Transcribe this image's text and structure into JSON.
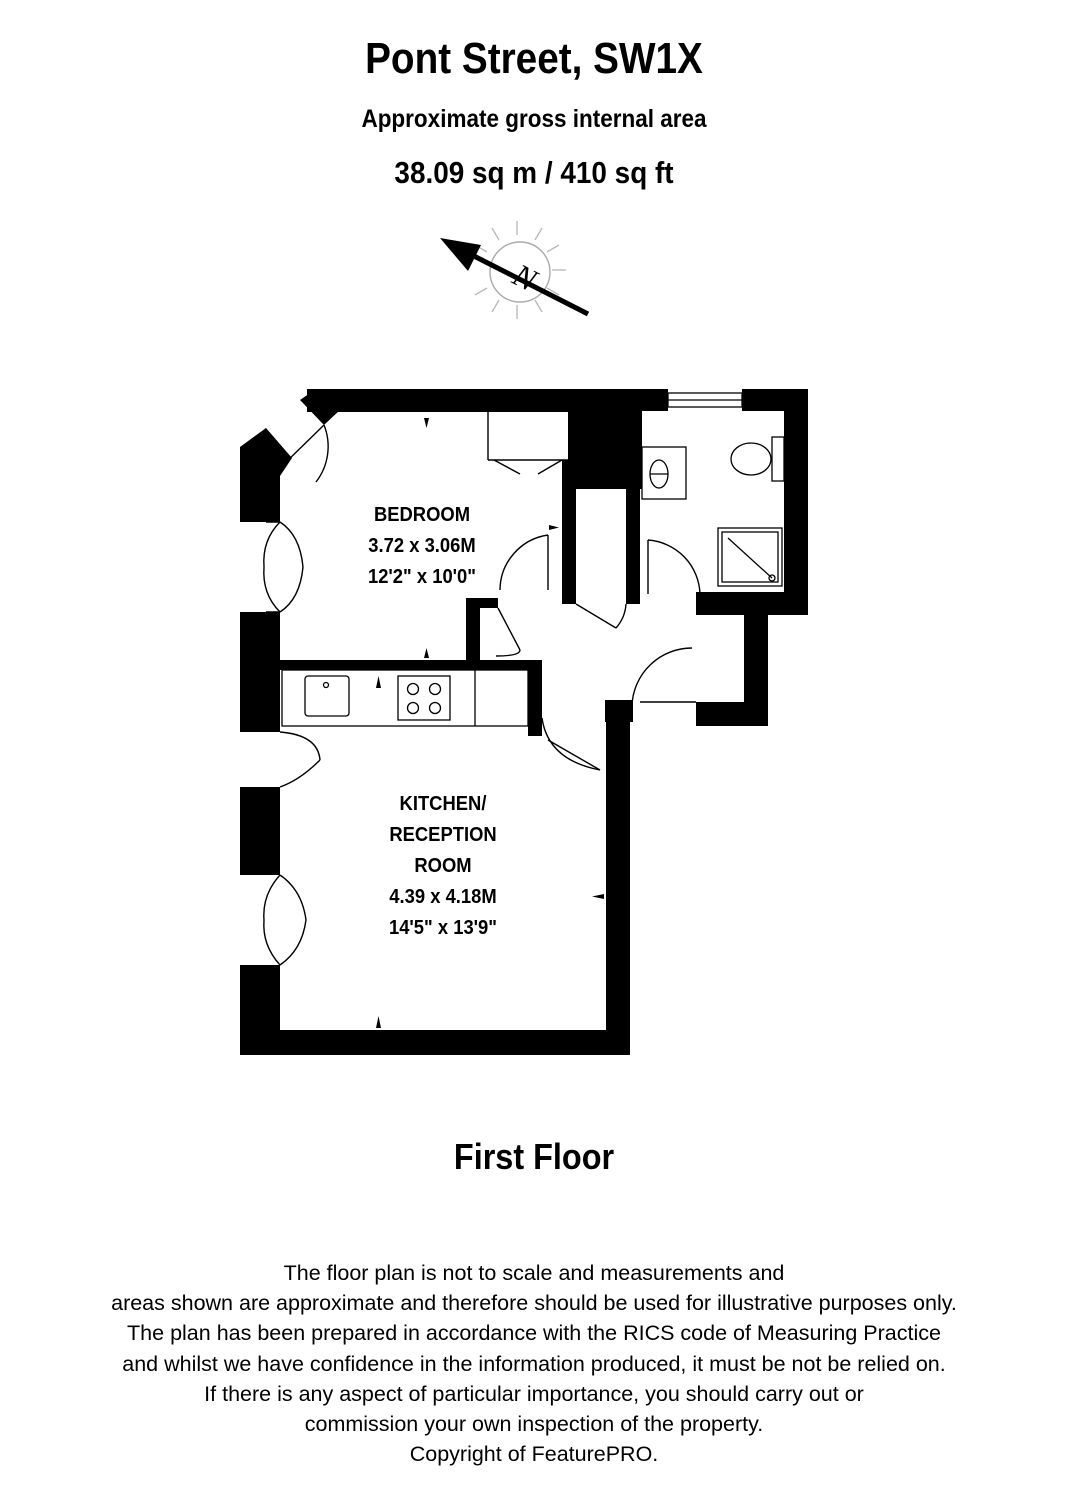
{
  "header": {
    "title": "Pont Street, SW1X",
    "subtitle": "Approximate gross internal area",
    "area": "38.09 sq m /  410 sq ft"
  },
  "compass": {
    "letter": "N"
  },
  "rooms": {
    "bedroom": {
      "name": "BEDROOM",
      "metric": "3.72 x 3.06M",
      "imperial": "12'2\" x 10'0\""
    },
    "kitchen": {
      "name_line1": "KITCHEN/",
      "name_line2": "RECEPTION",
      "name_line3": "ROOM",
      "metric": "4.39 x 4.18M",
      "imperial": "14'5\" x 13'9\""
    }
  },
  "floor": {
    "name": "First Floor"
  },
  "disclaimer": {
    "lines": [
      "The floor plan is not to scale and measurements and",
      "areas shown are approximate and therefore should be used for illustrative purposes only.",
      "The plan has been prepared in accordance with the RICS code of Measuring Practice",
      "and whilst we have confidence in the information produced, it must be not be relied on.",
      "If there is any aspect of particular importance, you should carry out or",
      "commission your own inspection of the property.",
      "Copyright of FeaturePRO."
    ]
  }
}
